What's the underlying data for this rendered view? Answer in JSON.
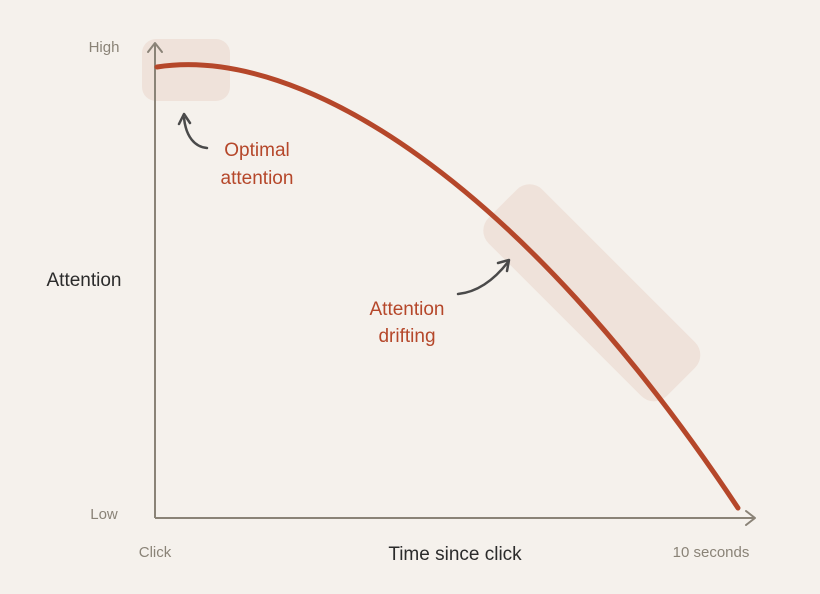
{
  "diagram": {
    "y_axis": {
      "title": "Attention",
      "high_label": "High",
      "low_label": "Low"
    },
    "x_axis": {
      "title": "Time since click",
      "start_label": "Click",
      "end_label": "10 seconds"
    },
    "annotations": {
      "optimal": {
        "line1": "Optimal",
        "line2": "attention"
      },
      "drifting": {
        "line1": "Attention",
        "line2": "drifting"
      }
    },
    "colors": {
      "background": "#f5f1ec",
      "curve": "#b5472a",
      "highlight": "#efe2da",
      "axis": "#8a8377",
      "muted_text": "#8a8377",
      "title_text": "#2b2b2b",
      "annotation_text": "#b5472a",
      "arrow": "#4a4a4a"
    }
  }
}
